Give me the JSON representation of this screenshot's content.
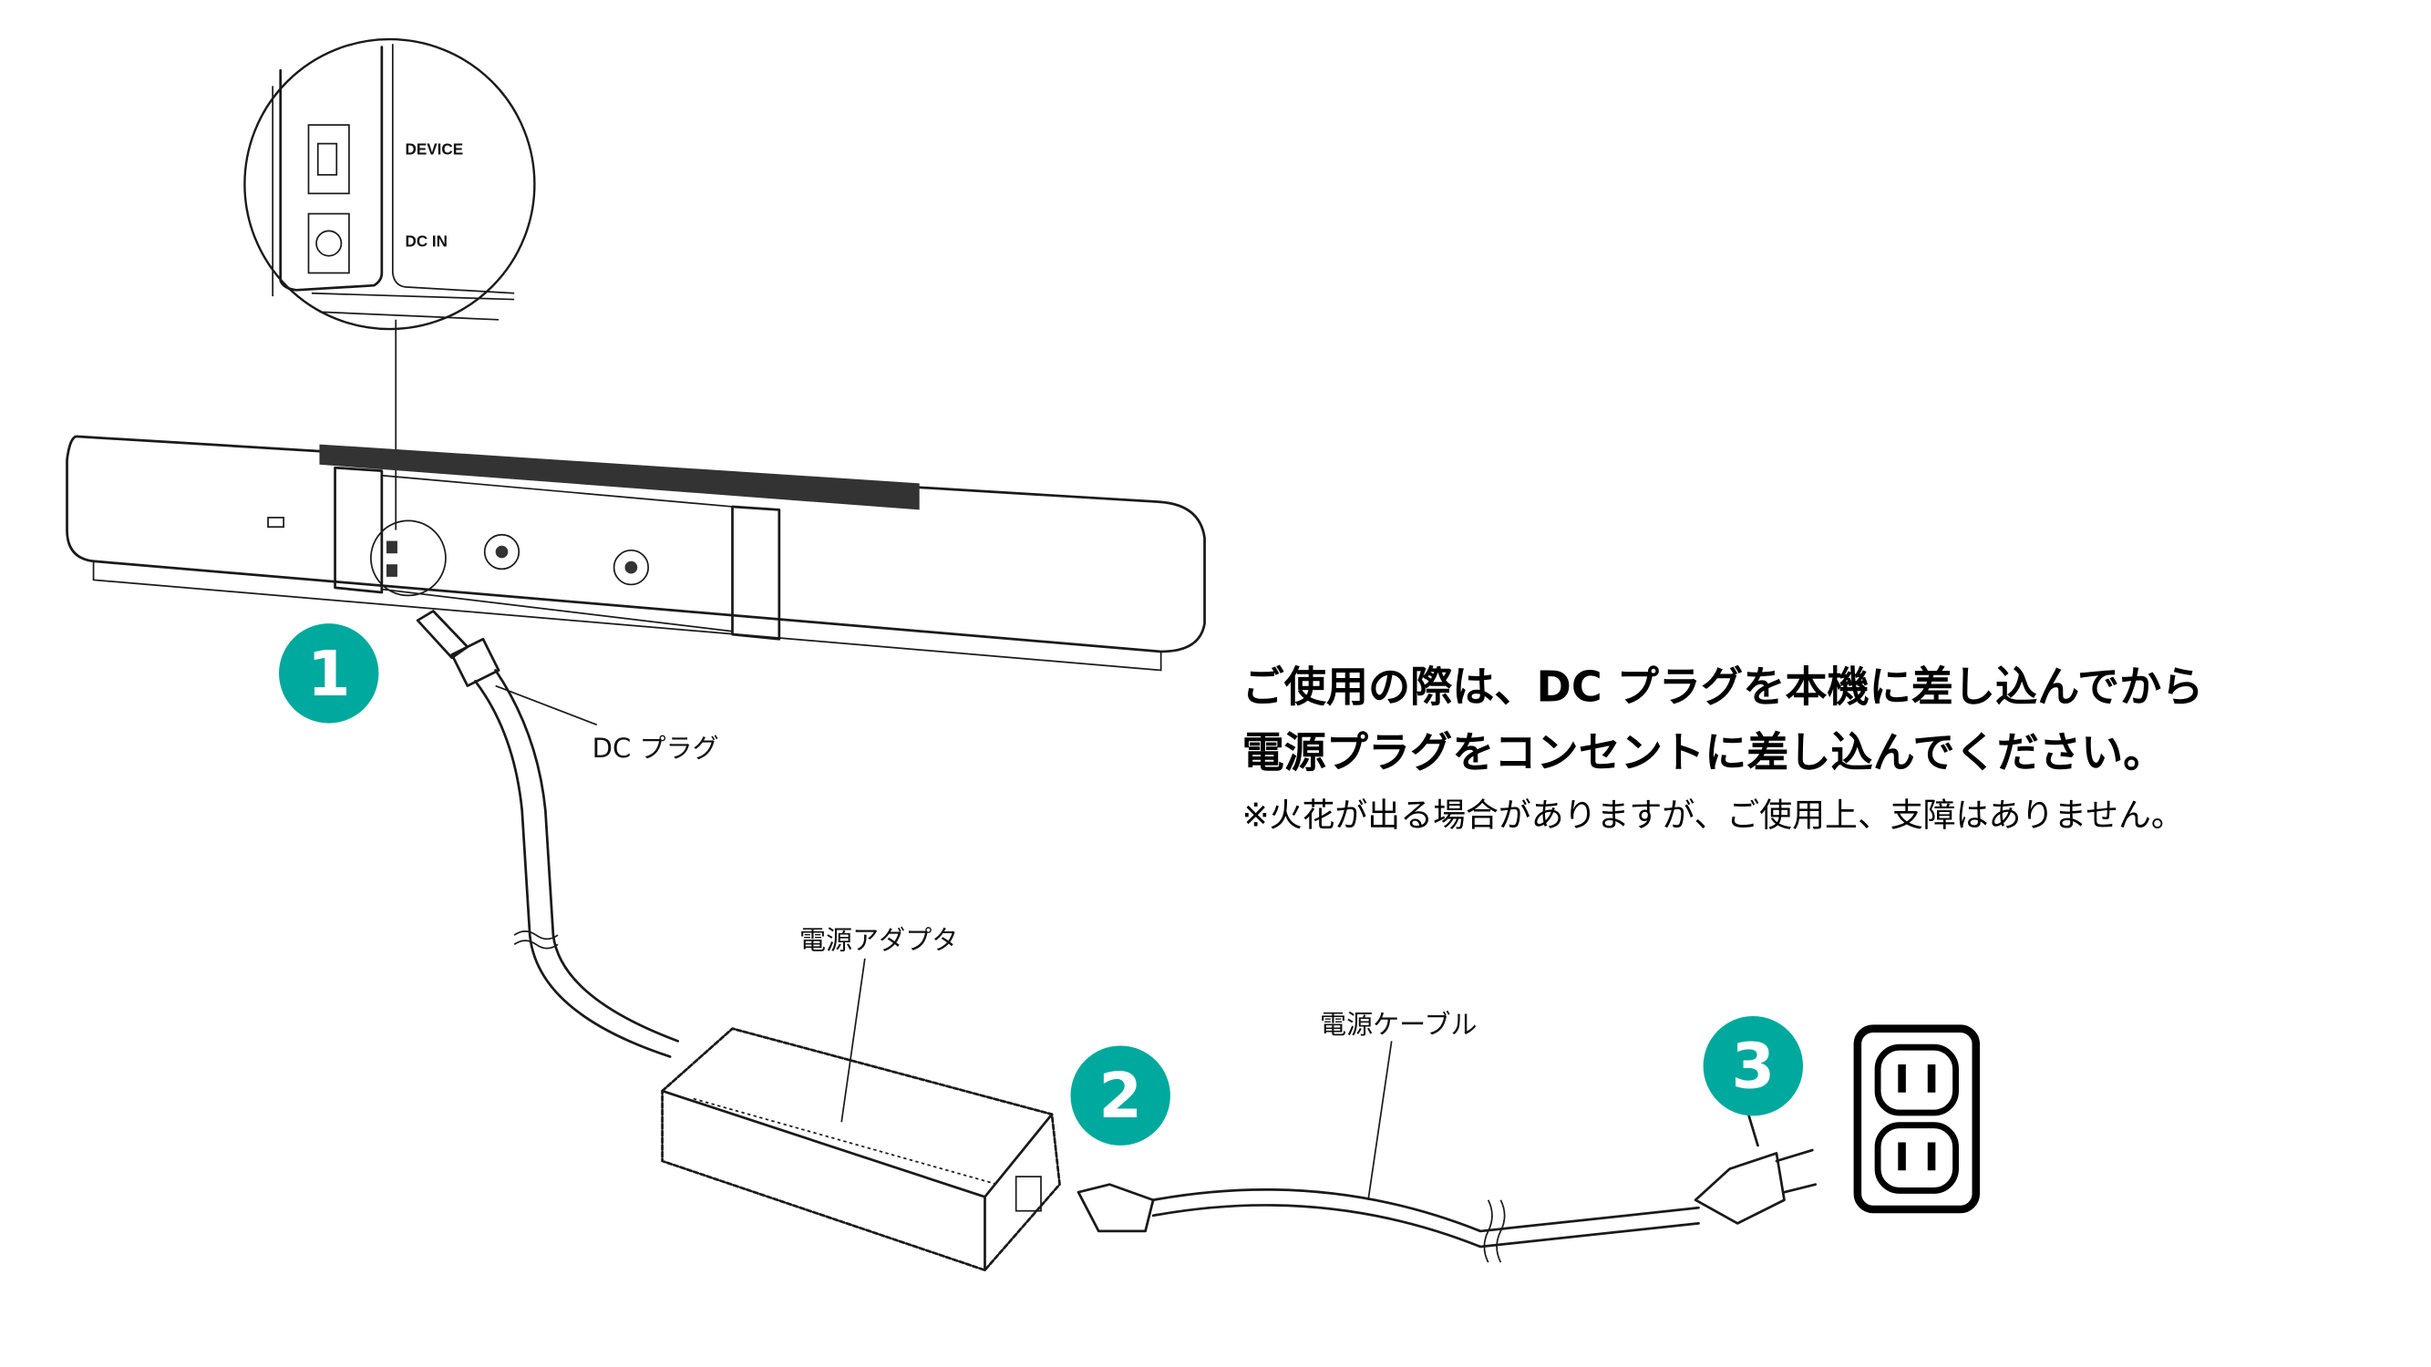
{
  "colors": {
    "accent": "#00a99d",
    "line": "#1a1a1a"
  },
  "inset": {
    "ports": [
      "DEVICE",
      "DC IN"
    ]
  },
  "steps": [
    "1",
    "2",
    "3"
  ],
  "labels": {
    "dc_plug": "DC プラグ",
    "adapter": "電源アダプタ",
    "cable": "電源ケーブル"
  },
  "instructions": {
    "line1": "ご使用の際は、DC プラグを本機に差し込んでから",
    "line2": "電源プラグをコンセントに差し込んでください。",
    "note": "※火花が出る場合がありますが、ご使用上、支障はありません。"
  }
}
